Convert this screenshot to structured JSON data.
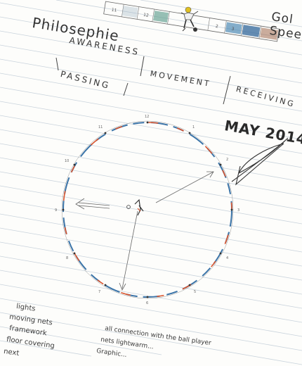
{
  "heading": {
    "title": "Philosephie",
    "subtitle": "AWARENESS",
    "corner_line1": "Gol",
    "corner_line2": "Spee"
  },
  "categories": {
    "passing": "PASSING",
    "movement": "MOVEMENT",
    "receiving": "RECEIVING"
  },
  "date": "MAY 2014",
  "top_strip": {
    "numbers": [
      "11",
      "12",
      "2",
      "3"
    ]
  },
  "clock": {
    "numbers": [
      "12",
      "1",
      "2",
      "3",
      "4",
      "5",
      "6",
      "7",
      "8",
      "9",
      "10",
      "11"
    ]
  },
  "notes_left": [
    "lights",
    "moving nets",
    "framework",
    "floor covering",
    "next"
  ],
  "notes_right": [
    "all connection with the ball player",
    "nets lightwarm...",
    "Graphic..."
  ],
  "colors": {
    "ink": "#3a3a3a",
    "red_pencil": "#d9532c",
    "blue_pencil": "#3b74a8",
    "rule_line": "#c9d3dc"
  }
}
